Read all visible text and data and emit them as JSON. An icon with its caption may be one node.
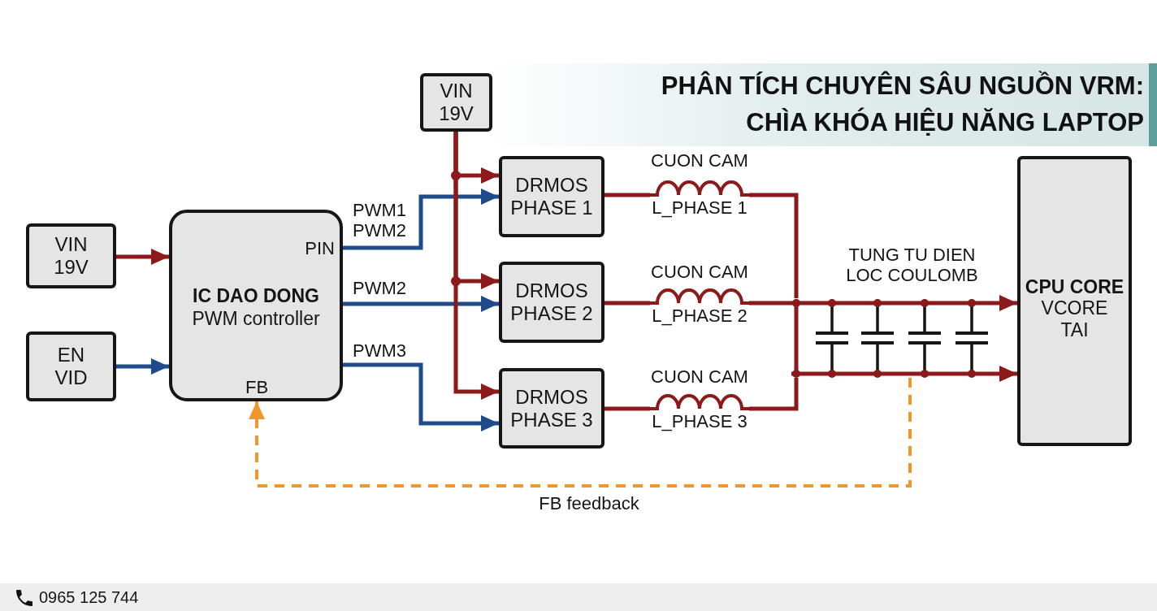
{
  "diagram": {
    "title": "PHÂN TÍCH CHUYÊN SÂU NGUỒN VRM: CHÌA KHÓA HIỆU NĂNG LAPTOP",
    "nodes": [
      {
        "text": [
          "VIN 19V"
        ]
      },
      {
        "text": [
          "EN VID"
        ]
      },
      {
        "text": [
          "IC DAO DONG",
          "PWM controller",
          "PIN",
          "FB"
        ]
      },
      {
        "text": [
          "VIN 19V"
        ]
      },
      {
        "text": [
          "DRMOS PHASE 1"
        ]
      },
      {
        "text": [
          "DRMOS PHASE 2"
        ]
      },
      {
        "text": [
          "DRMOS PHASE 3"
        ]
      },
      {
        "text": [],
        "shape": "coil",
        "beside": [
          "CUON CAM",
          "L_PHASE 1"
        ]
      },
      {
        "text": [],
        "shape": "coil",
        "beside": [
          "CUON CAM",
          "L_PHASE 2"
        ]
      },
      {
        "text": [],
        "shape": "coil",
        "beside": [
          "CUON CAM",
          "L_PHASE 3"
        ]
      },
      {
        "text": [],
        "shape": "capacitor",
        "beside": [
          "TUNG TU DIEN LOC COULOMB"
        ]
      },
      {
        "text": [
          "CPU CORE",
          "VCORE TAI"
        ]
      }
    ],
    "edges": [
      {
        "from": 0,
        "to": 2,
        "arrow": "to"
      },
      {
        "from": 1,
        "to": 2,
        "arrow": "to",
        "color": "#1f4a8c"
      },
      {
        "from": 2,
        "to": 4,
        "arrow": "to",
        "color": "#1f4a8c",
        "label": "PWM1 PWM2"
      },
      {
        "from": 2,
        "to": 5,
        "arrow": "to",
        "color": "#1f4a8c",
        "label": "PWM2"
      },
      {
        "from": 2,
        "to": 6,
        "arrow": "to",
        "color": "#1f4a8c",
        "label": "PWM3"
      },
      {
        "from": 3,
        "to": 4,
        "arrow": "to"
      },
      {
        "from": 3,
        "to": 5,
        "arrow": "to"
      },
      {
        "from": 3,
        "to": 6,
        "arrow": "to"
      },
      {
        "from": 4,
        "to": 7,
        "arrow": "none"
      },
      {
        "from": 5,
        "to": 8,
        "arrow": "none"
      },
      {
        "from": 6,
        "to": 9,
        "arrow": "none"
      },
      {
        "from": 7,
        "to": 10,
        "arrow": "none"
      },
      {
        "from": 8,
        "to": 10,
        "arrow": "none"
      },
      {
        "from": 9,
        "to": 10,
        "arrow": "none"
      },
      {
        "from": 10,
        "to": 11,
        "arrow": "to"
      },
      {
        "from": 10,
        "to": 11,
        "arrow": "to"
      },
      {
        "from": 10,
        "to": 2,
        "arrow": "to",
        "label": "FB feedback",
        "style": "dashed",
        "color": "#f0962a"
      }
    ],
    "labels": [
      "0965 125 744"
    ]
  }
}
